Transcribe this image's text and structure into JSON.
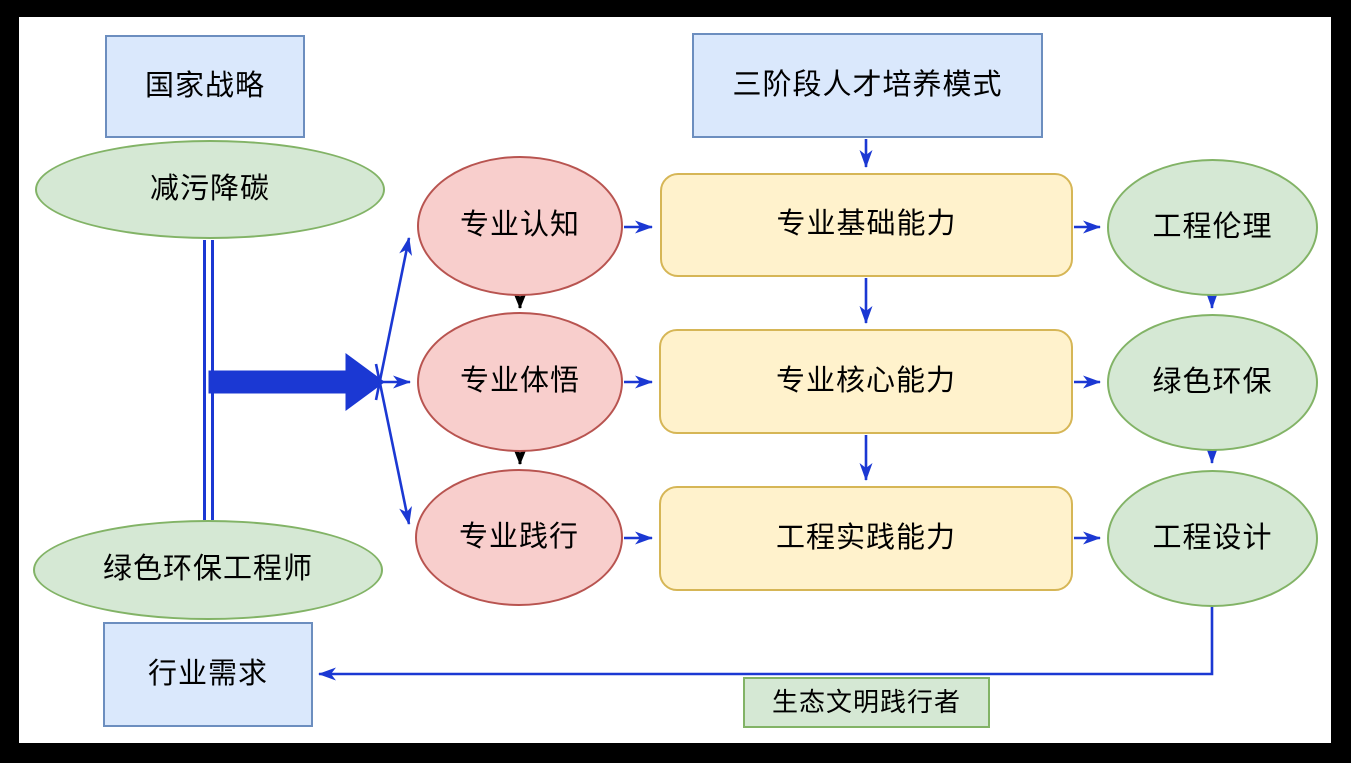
{
  "diagram_type": "flowchart",
  "nodes": {
    "national_strategy": {
      "label": "国家战略",
      "shape": "rectangle",
      "fill": "#dae8fc"
    },
    "three_stage_model": {
      "label": "三阶段人才培养模式",
      "shape": "rectangle",
      "fill": "#dae8fc"
    },
    "pollution_carbon": {
      "label": "减污降碳",
      "shape": "ellipse",
      "fill": "#d5e8d4"
    },
    "cognition": {
      "label": "专业认知",
      "shape": "ellipse",
      "fill": "#f8cecc"
    },
    "comprehension": {
      "label": "专业体悟",
      "shape": "ellipse",
      "fill": "#f8cecc"
    },
    "practice": {
      "label": "专业践行",
      "shape": "ellipse",
      "fill": "#f8cecc"
    },
    "basic_ability": {
      "label": "专业基础能力",
      "shape": "rounded-rectangle",
      "fill": "#fff2cc"
    },
    "core_ability": {
      "label": "专业核心能力",
      "shape": "rounded-rectangle",
      "fill": "#fff2cc"
    },
    "practice_ability": {
      "label": "工程实践能力",
      "shape": "rounded-rectangle",
      "fill": "#fff2cc"
    },
    "ethics": {
      "label": "工程伦理",
      "shape": "ellipse",
      "fill": "#d5e8d4"
    },
    "green_env": {
      "label": "绿色环保",
      "shape": "ellipse",
      "fill": "#d5e8d4"
    },
    "eng_design": {
      "label": "工程设计",
      "shape": "ellipse",
      "fill": "#d5e8d4"
    },
    "green_engineer": {
      "label": "绿色环保工程师",
      "shape": "ellipse",
      "fill": "#d5e8d4"
    },
    "industry_demand": {
      "label": "行业需求",
      "shape": "rectangle",
      "fill": "#dae8fc"
    },
    "eco_practitioner": {
      "label": "生态文明践行者",
      "shape": "rectangle",
      "fill": "#d5e8d4"
    }
  },
  "edges": [
    "国家战略/减污降碳 ⇒ 专业认知",
    "国家战略/减污降碳 ⇒ 专业体悟",
    "国家战略/减污降碳 ⇒ 专业践行",
    "专业认知 → 专业体悟",
    "专业体悟 → 专业践行",
    "三阶段人才培养模式 → 专业基础能力",
    "专业基础能力 → 专业核心能力",
    "专业核心能力 → 工程实践能力",
    "专业认知 → 专业基础能力",
    "专业体悟 → 专业核心能力",
    "专业践行 → 工程实践能力",
    "专业基础能力 → 工程伦理",
    "专业核心能力 → 绿色环保",
    "工程实践能力 → 工程设计",
    "工程伦理 → 绿色环保",
    "绿色环保 → 工程设计",
    "工程设计 → 行业需求"
  ],
  "colors": {
    "frame": "#000000",
    "background": "#ffffff",
    "blue_node_fill": "#dae8fc",
    "blue_node_stroke": "#6c8ebf",
    "green_node_fill": "#d5e8d4",
    "green_node_stroke": "#82b366",
    "red_node_fill": "#f8cecc",
    "red_node_stroke": "#b85450",
    "yellow_node_fill": "#fff2cc",
    "yellow_node_stroke": "#d6b656",
    "arrow_blue": "#1b38d3",
    "arrow_black": "#000000"
  }
}
